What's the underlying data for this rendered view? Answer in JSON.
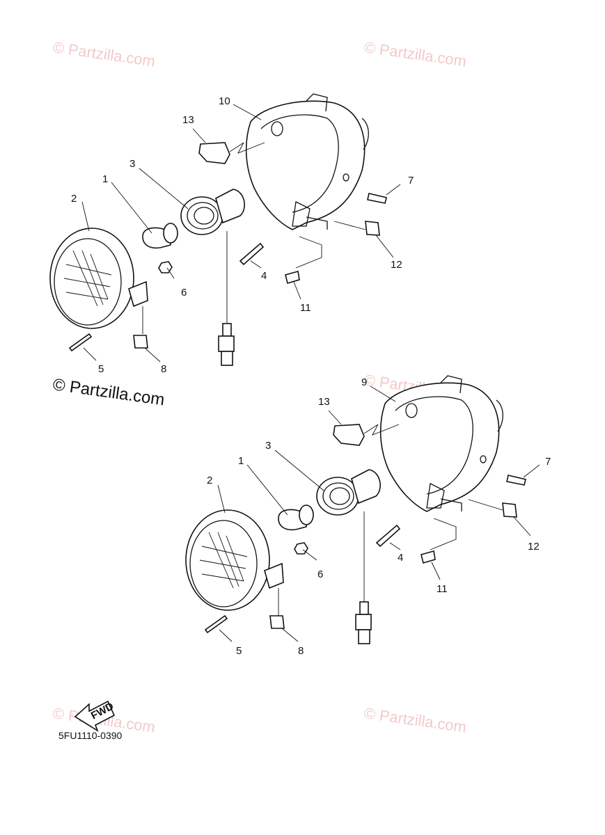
{
  "watermarks": {
    "text": "© Partzilla.com",
    "prominent": "© Partzilla.com"
  },
  "diagram_code": "5FU1110-0390",
  "fwd_label": "FWD",
  "top_assembly": {
    "labels": {
      "p1": "1",
      "p2": "2",
      "p3": "3",
      "p4": "4",
      "p5": "5",
      "p6": "6",
      "p7": "7",
      "p8": "8",
      "p10": "10",
      "p11": "11",
      "p12": "12",
      "p13": "13"
    }
  },
  "bottom_assembly": {
    "labels": {
      "p1": "1",
      "p2": "2",
      "p3": "3",
      "p4": "4",
      "p5": "5",
      "p6": "6",
      "p7": "7",
      "p8": "8",
      "p9": "9",
      "p11": "11",
      "p12": "12",
      "p13": "13"
    }
  },
  "colors": {
    "line": "#111111",
    "watermark": "#f2caca",
    "background": "#ffffff"
  }
}
